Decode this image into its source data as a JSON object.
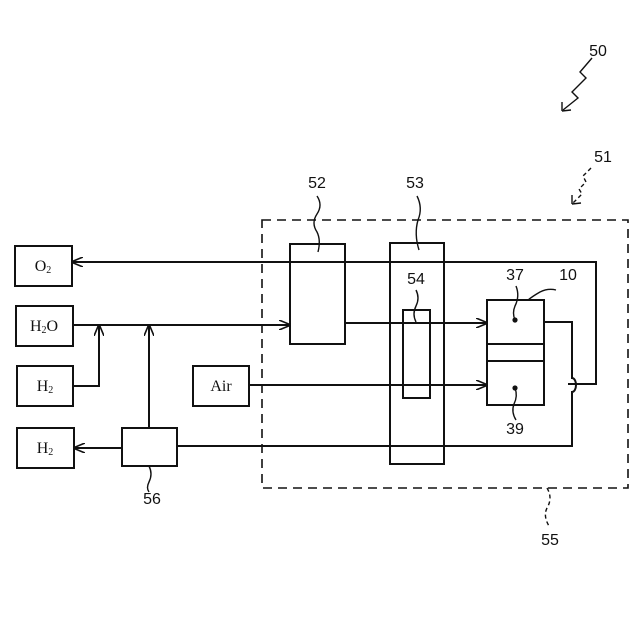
{
  "figure": {
    "refs": {
      "system": "50",
      "subsystem": "51",
      "unit52": "52",
      "unit53": "53",
      "unit54": "54",
      "enclosure": "55",
      "unit56": "56",
      "cell": "10",
      "electrode_top": "37",
      "electrode_bottom": "39"
    },
    "boxes": {
      "o2": {
        "main": "O",
        "sub": "2"
      },
      "h2o": {
        "main": "H",
        "sub": "2",
        "tail": "O"
      },
      "h2_in": {
        "main": "H",
        "sub": "2"
      },
      "h2_out": {
        "main": "H",
        "sub": "2"
      },
      "air": "Air"
    }
  }
}
